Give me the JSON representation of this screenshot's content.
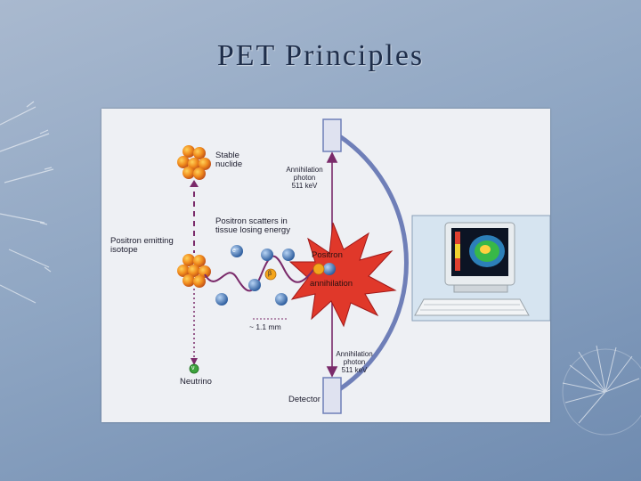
{
  "slide": {
    "title": "PET Principles"
  },
  "diagram": {
    "stable_nuclide": [
      "Stable",
      "nuclide"
    ],
    "positron_emitting_isotope": [
      "Positron emitting",
      "isotope"
    ],
    "positron_scatters": [
      "Positron scatters in",
      "tissue losing energy"
    ],
    "annihilation_photon_top": [
      "Annihilation",
      "photon",
      "511 keV"
    ],
    "annihilation_photon_bottom": [
      "Annihilation",
      "photon",
      "511 keV"
    ],
    "positron_annihilation": [
      "Positron",
      "annihilation"
    ],
    "distance": "~ 1.1 mm",
    "neutrino": "Neutrino",
    "detector": "Detector",
    "particle_electron": "e⁻",
    "particle_beta": "β",
    "particle_neutrino": "ν"
  },
  "colors": {
    "detector_ring": "#6f7fb8",
    "scatter_path": "#7a2a6a",
    "burst": "#e0382a",
    "electron": "#3b6fb0"
  }
}
